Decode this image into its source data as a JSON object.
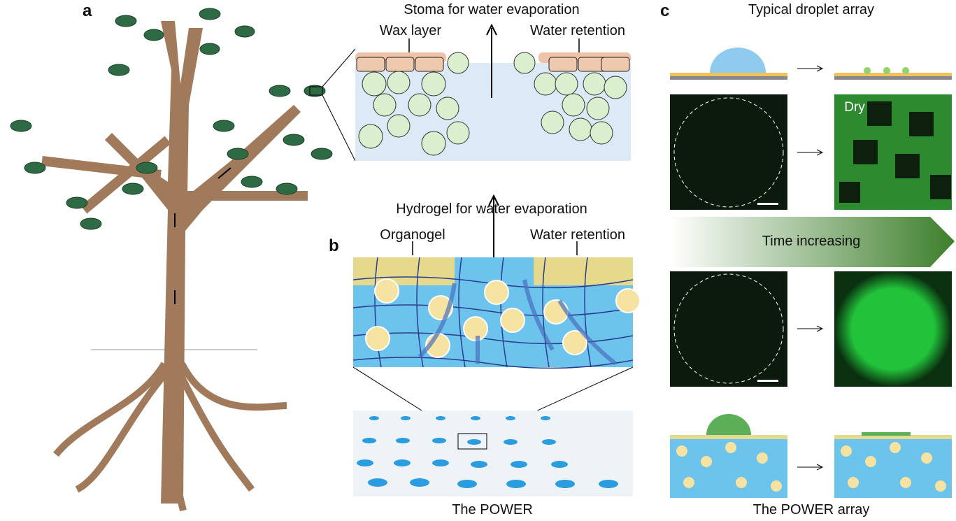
{
  "panels": {
    "a": "a",
    "b": "b",
    "c": "c"
  },
  "a": {
    "title": "Stoma for water evaporation",
    "left": "Wax layer",
    "right": "Water retention"
  },
  "b": {
    "title": "Hydrogel for water evaporation",
    "left": "Organogel",
    "right": "Water retention",
    "caption": "The POWER"
  },
  "c": {
    "title": "Typical droplet array",
    "dry": "Dry",
    "arrow": "Time increasing",
    "caption": "The POWER array"
  },
  "colors": {
    "leaf": "#2e6b45",
    "trunk": "#a07a5a",
    "hydrogel": "#6cc3ec",
    "bead": "#f6e3a1",
    "green": "#3fbf3f"
  }
}
